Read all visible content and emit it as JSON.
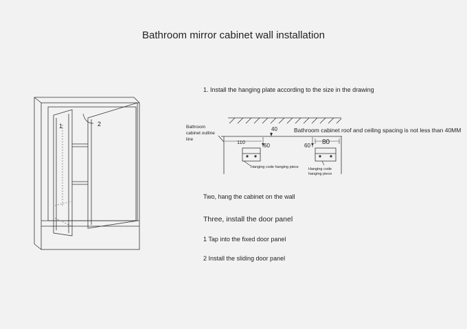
{
  "title": "Bathroom mirror cabinet wall installation",
  "cabinet_drawing": {
    "label_1": "1",
    "label_2": "2"
  },
  "steps": {
    "step1": "1. Install the hanging plate according to the size in the drawing",
    "step2": "Two, hang the cabinet on the wall",
    "step3": "Three, install the door panel",
    "sub1": "1 Tap into the fixed door panel",
    "sub2": "2 Install the sliding door panel"
  },
  "hanging_diagram": {
    "outline_label": [
      "Bathroom",
      "cabinet outline",
      "line"
    ],
    "dim_40": "40",
    "spacing_note": "Bathroom cabinet roof and ceiling spacing is not less than 40MM",
    "dim_110": "110",
    "dim_60_left": "60",
    "dim_60_right": "60",
    "dim_80": "80",
    "plate_label_left": "Hanging code hanging piece",
    "plate_label_right": [
      "Hanging code",
      "hanging piece"
    ]
  }
}
